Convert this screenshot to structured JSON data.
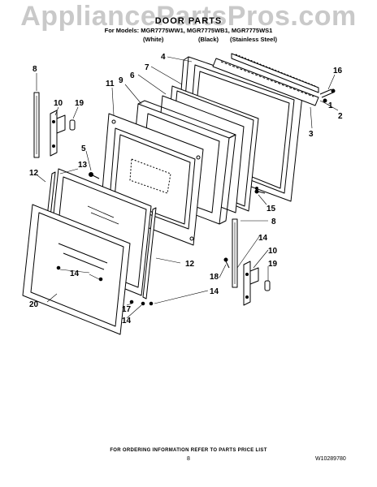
{
  "watermark": "AppliancePartsPros.com",
  "header": {
    "title": "DOOR PARTS",
    "models": "For Models: MGR7775WW1, MGR7775WB1, MGR7775WS1",
    "finish_white": "(White)",
    "finish_black": "(Black)",
    "finish_ss": "(Stainless Steel)"
  },
  "callouts": [
    "8",
    "4",
    "7",
    "16",
    "6",
    "10",
    "19",
    "11",
    "9",
    "1",
    "2",
    "3",
    "5",
    "13",
    "12",
    "15",
    "8",
    "14",
    "12",
    "18",
    "10",
    "19",
    "14",
    "20",
    "17",
    "14",
    "14"
  ],
  "footer": {
    "order_info": "FOR ORDERING INFORMATION REFER TO PARTS PRICE LIST",
    "page": "8",
    "code": "W10289780"
  }
}
